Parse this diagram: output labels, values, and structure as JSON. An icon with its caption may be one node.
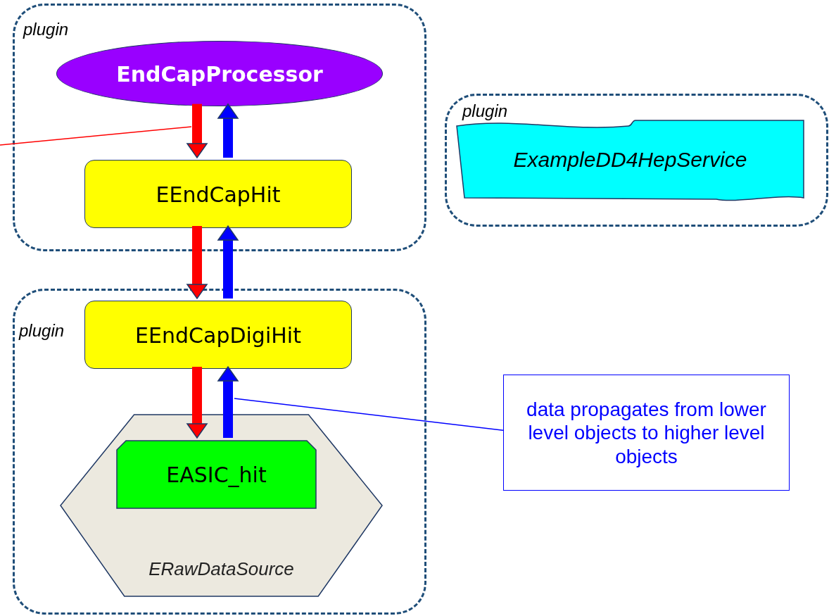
{
  "diagram": {
    "nodes": [
      {
        "text": [
          "plugin"
        ]
      },
      {
        "text": [
          "EndCapProcessor"
        ],
        "in": 0
      },
      {
        "text": [
          "EEndCapHit"
        ],
        "in": 0
      },
      {
        "text": [
          "plugin"
        ]
      },
      {
        "text": [
          "ExampleDD4HepService"
        ],
        "in": 3
      },
      {
        "text": [
          "plugin"
        ]
      },
      {
        "text": [
          "EEndCapDigiHit"
        ],
        "in": 5
      },
      {
        "text": [
          "ERawDataSource"
        ],
        "in": 5
      },
      {
        "text": [
          "EASIC_hit"
        ],
        "in": 7
      },
      {
        "text": [
          "data propagates from lower level objects to higher level objects"
        ]
      }
    ],
    "edges": [
      {
        "from": 1,
        "to": 2,
        "arrow": "to",
        "color": "#ff0000"
      },
      {
        "from": 2,
        "to": 1,
        "arrow": "to",
        "color": "#0000ff"
      },
      {
        "from": 2,
        "to": 6,
        "arrow": "to",
        "color": "#ff0000"
      },
      {
        "from": 6,
        "to": 2,
        "arrow": "to",
        "color": "#0000ff"
      },
      {
        "from": 6,
        "to": 8,
        "arrow": "to",
        "color": "#ff0000"
      },
      {
        "from": 8,
        "to": 6,
        "arrow": "to",
        "color": "#0000ff"
      },
      {
        "from": 9,
        "to": null,
        "arrow": "none",
        "color": "#0000ff"
      }
    ]
  }
}
